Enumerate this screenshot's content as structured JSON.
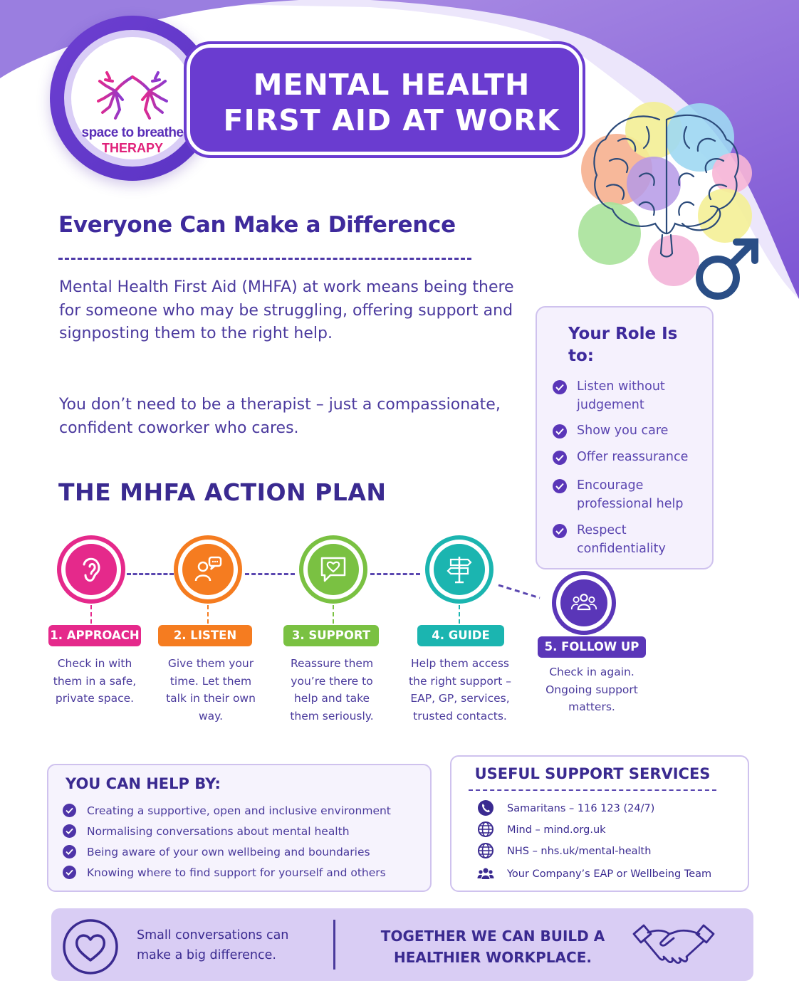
{
  "colors": {
    "primary_purple": "#6a3cd0",
    "dark_text": "#3a2a90",
    "approach": "#e5298b",
    "listen": "#f57c20",
    "support": "#7ac142",
    "guide": "#1bb5b0",
    "follow_up": "#5a36b8",
    "panel_bg": "#f5f1fd",
    "footer_bg": "#d9cdf4"
  },
  "logo": {
    "line1": "space to breathe",
    "line2": "THERAPY",
    "icon": "lungs-icon"
  },
  "header": {
    "title_line1": "MENTAL HEALTH",
    "title_line2": "FIRST AID AT WORK"
  },
  "intro": {
    "heading": "Everyone Can Make a Difference",
    "paragraph1": "Mental Health First Aid (MHFA) at work means being there for someone who may be struggling, offering support and signposting them to the right help.",
    "paragraph2": "You don’t need to be a therapist – just a compassionate, confident coworker who cares."
  },
  "role": {
    "title": "Your Role Is to:",
    "items": [
      "Listen without judgement",
      "Show you care",
      "Offer reassurance",
      "Encourage professional help",
      "Respect confidentiality"
    ]
  },
  "plan": {
    "heading": "THE MHFA ACTION PLAN",
    "steps": [
      {
        "label": "1. APPROACH",
        "desc": "Check in with them in a safe, private space.",
        "icon": "ear-icon"
      },
      {
        "label": "2. LISTEN",
        "desc": "Give them your time. Let them talk in their own way.",
        "icon": "conversation-icon"
      },
      {
        "label": "3. SUPPORT",
        "desc": "Reassure them you’re there to help and take them seriously.",
        "icon": "heart-speech-icon"
      },
      {
        "label": "4. GUIDE",
        "desc": "Help them access the right support – EAP, GP, services, trusted contacts.",
        "icon": "signpost-icon"
      },
      {
        "label": "5. FOLLOW UP",
        "desc": "Check in again. Ongoing support matters.",
        "icon": "group-icon"
      }
    ]
  },
  "help": {
    "title": "YOU CAN HELP BY:",
    "items": [
      "Creating a supportive, open and inclusive environment",
      "Normalising conversations about mental health",
      "Being aware of your own wellbeing and boundaries",
      "Knowing where to find support for yourself and others"
    ]
  },
  "services": {
    "title": "USEFUL SUPPORT SERVICES",
    "items": [
      {
        "text": "Samaritans – 116 123 (24/7)",
        "icon": "phone-icon"
      },
      {
        "text": "Mind – mind.org.uk",
        "icon": "globe-icon"
      },
      {
        "text": "NHS – nhs.uk/mental-health",
        "icon": "globe-icon"
      },
      {
        "text": "Your Company’s EAP or Wellbeing Team",
        "icon": "people-icon"
      }
    ]
  },
  "footer": {
    "left_text": "Small conversations can make a big difference.",
    "right_text": "TOGETHER WE CAN BUILD A HEALTHIER WORKPLACE."
  }
}
